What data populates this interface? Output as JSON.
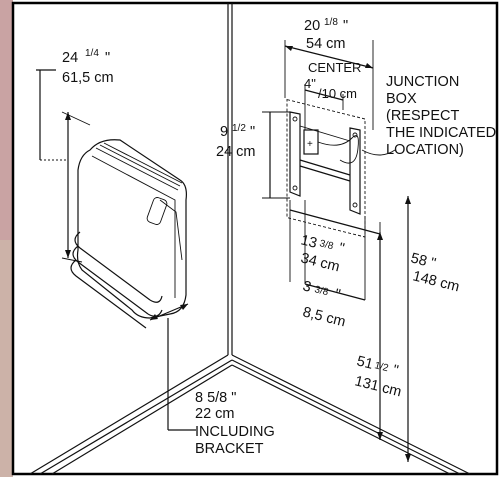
{
  "labels": {
    "width_in_main": "20",
    "width_in_frac": "1/8",
    "width_cm": "54 cm",
    "center": "CENTER",
    "center_in": "4\"",
    "center_cm": "/10 cm",
    "junction": [
      "JUNCTION",
      "BOX",
      "(RESPECT",
      "THE INDICATED",
      "LOCATION)"
    ],
    "height_in_main": "24",
    "height_in_frac": "1/4",
    "height_cm": "61,5 cm",
    "bracket_h_in_main": "9",
    "bracket_h_in_frac": "1/2",
    "bracket_h_cm": "24 cm",
    "span_in_main": "13",
    "span_in_frac": "3/8",
    "span_cm": "34 cm",
    "off_in_main": "3",
    "off_in_frac": "3/8",
    "off_cm": "8,5 cm",
    "floor_top_in": "58 \"",
    "floor_top_cm": "148 cm",
    "floor_low_in_main": "51",
    "floor_low_in_frac": "1/2",
    "floor_low_cm": "131 cm",
    "depth_in": "8 5/8 \"",
    "depth_cm": "22 cm",
    "including": "INCLUDING",
    "bracket": "BRACKET",
    "inch_mark": "\""
  },
  "colors": {
    "frame": "#000000",
    "left_strip_top": "#c9a3a3",
    "left_strip_bottom": "#d6bfa6"
  }
}
